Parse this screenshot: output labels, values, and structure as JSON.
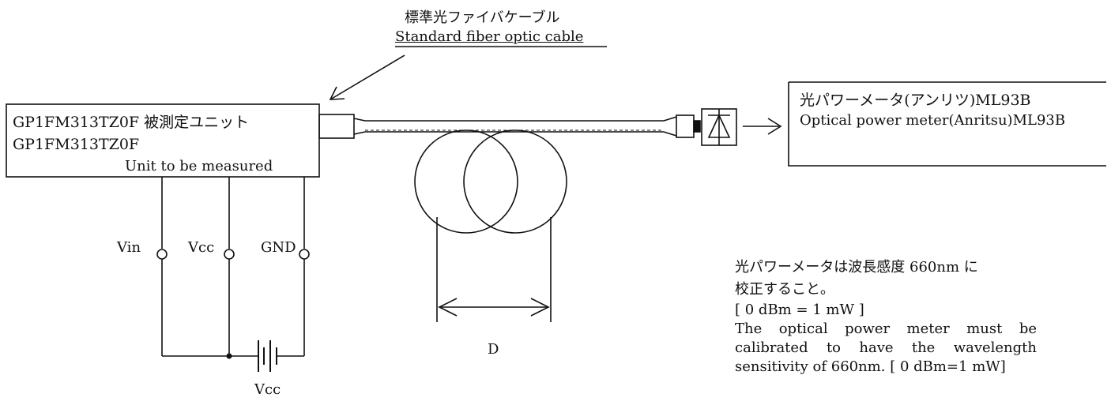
{
  "cable_label": {
    "ja": "標準光ファイバケーブル",
    "en": "Standard fiber optic cable"
  },
  "unit_box": {
    "line1": "GP1FM313TZ0F 被測定ユニット",
    "line2": "GP1FM313TZ0F",
    "line3": "Unit to be measured"
  },
  "meter_box": {
    "ja": "光パワーメータ(アンリツ)ML93B",
    "en": "Optical power meter(Anritsu)ML93B"
  },
  "terminals": {
    "vin": "Vin",
    "vcc": "Vcc",
    "gnd": "GND"
  },
  "battery_label": "Vcc",
  "diameter_label": "D",
  "note": {
    "ja_line1": "光パワーメータは波長感度 660nm に",
    "ja_line2": "校正すること。",
    "ref": "[ 0 dBm = 1 mW ]",
    "en_line1": "The optical power meter must be",
    "en_line2": "calibrated to have the wavelength",
    "en_line3": "sensitivity of 660nm. [ 0 dBm=1 mW]"
  }
}
